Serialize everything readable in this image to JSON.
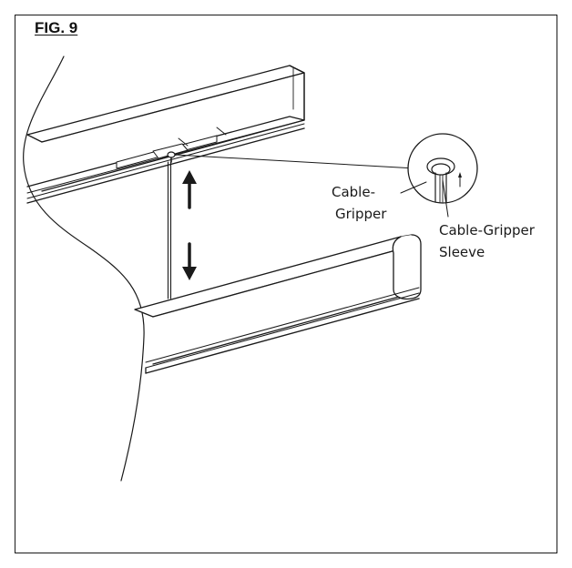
{
  "figure": {
    "title": "FIG. 9",
    "labels": {
      "cable_gripper_line1": "Cable-",
      "cable_gripper_line2": "Gripper",
      "sleeve_line1": "Cable-Gripper",
      "sleeve_line2": "Sleeve"
    },
    "icons": [
      "arrow-up-icon",
      "arrow-down-icon",
      "small-arrow-up-icon"
    ]
  }
}
